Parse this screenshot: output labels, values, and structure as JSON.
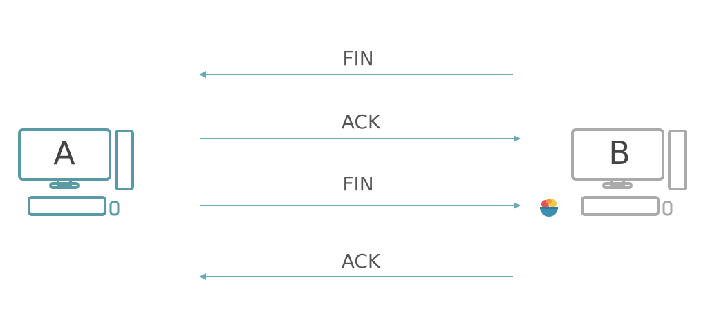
{
  "hosts": {
    "a": {
      "letter": "A",
      "color": "#5a9aa6"
    },
    "b": {
      "letter": "B",
      "color": "#aaaaaa"
    }
  },
  "arrow_color": "#6aaab4",
  "messages": [
    {
      "label": "FIN",
      "direction": "to-a"
    },
    {
      "label": "ACK",
      "direction": "to-b"
    },
    {
      "label": "FIN",
      "direction": "to-b"
    },
    {
      "label": "ACK",
      "direction": "to-a"
    }
  ],
  "badge_icon": "colorful-bowl-icon"
}
